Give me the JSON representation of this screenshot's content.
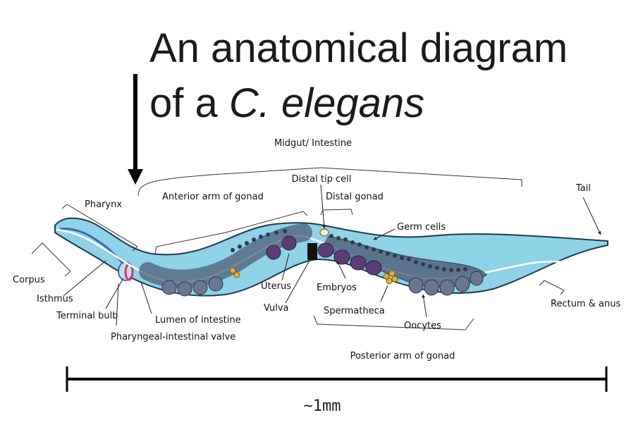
{
  "title": {
    "line1": "An anatomical diagram",
    "line2_prefix": "of a ",
    "line2_species": "C. elegans"
  },
  "labels": {
    "midgut": "Midgut/ Intestine",
    "distal_tip_cell": "Distal tip cell",
    "tail": "Tail",
    "pharynx": "Pharynx",
    "anterior_arm": "Anterior arm of gonad",
    "distal_gonad": "Distal gonad",
    "germ_cells": "Germ cells",
    "corpus": "Corpus",
    "isthmus": "Isthmus",
    "terminal_bulb": "Terminal bulb",
    "lumen": "Lumen of intestine",
    "pharyngeal_valve": "Pharyngeal-intestinal valve",
    "uterus": "Uterus",
    "vulva": "Vulva",
    "embryos": "Embryos",
    "spermatheca": "Spermatheca",
    "oocytes": "Oocytes",
    "rectum": "Rectum & anus",
    "posterior_arm": "Posterior arm of gonad"
  },
  "scale_bar": {
    "label": "~1mm"
  },
  "colors": {
    "body": "#8fd3e8",
    "body_outline": "#1f3b4d",
    "gonad": "#4d5d7a",
    "embryo": "#5a3d77",
    "valve": "#d8345f",
    "vulva": "#111111"
  }
}
